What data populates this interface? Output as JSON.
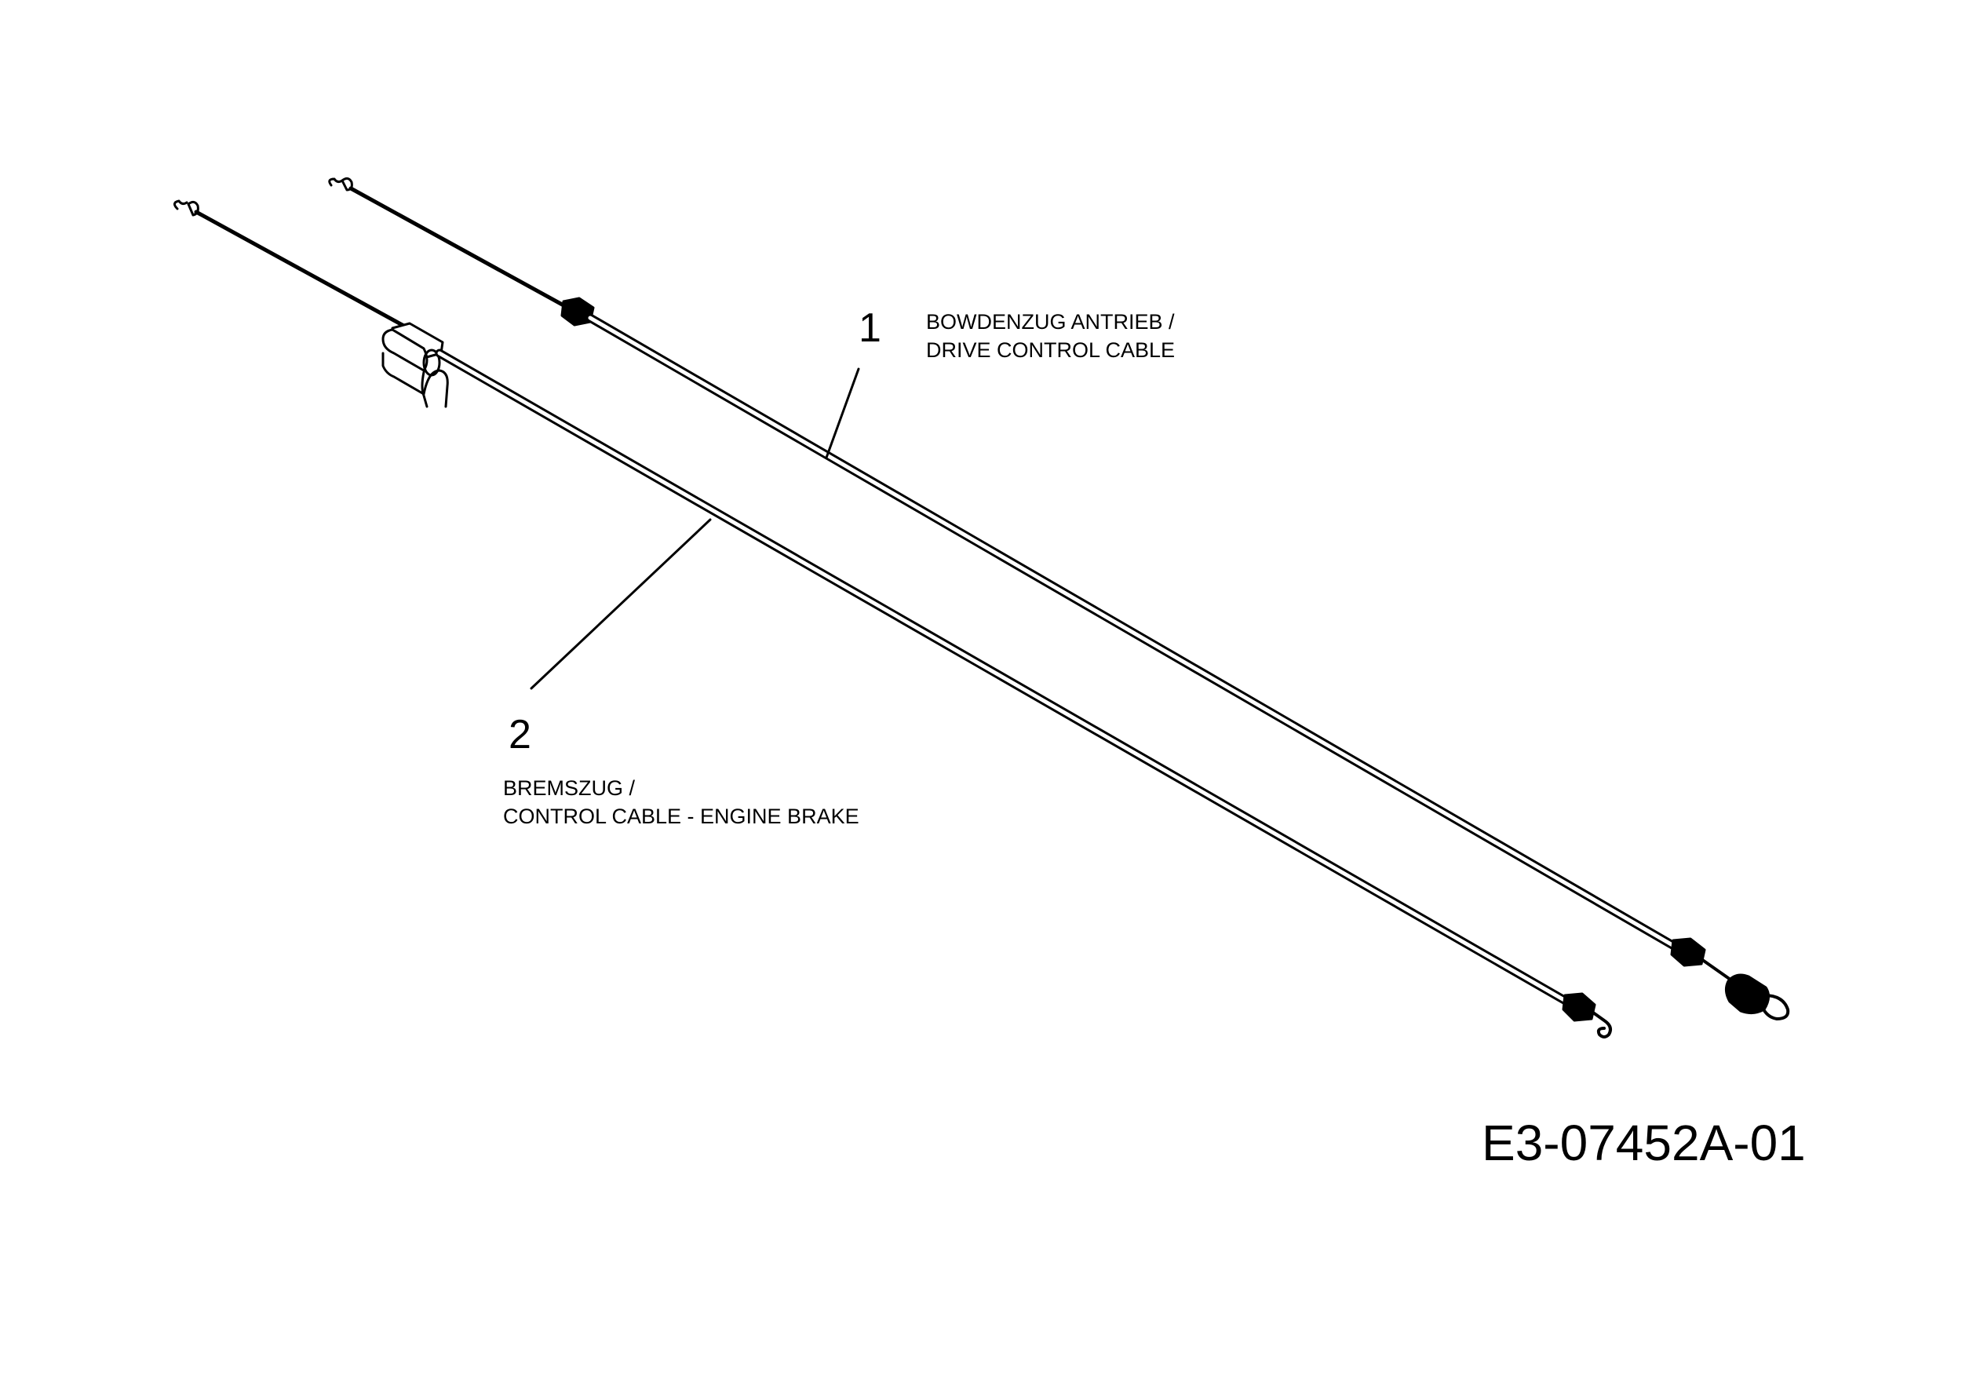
{
  "parts": [
    {
      "number": "1",
      "name_de": "BOWDENZUG ANTRIEB /",
      "name_en": "DRIVE CONTROL CABLE"
    },
    {
      "number": "2",
      "name_de": "BREMSZUG /",
      "name_en": "CONTROL CABLE - ENGINE BRAKE"
    }
  ],
  "drawing_code": "E3-07452A-01"
}
